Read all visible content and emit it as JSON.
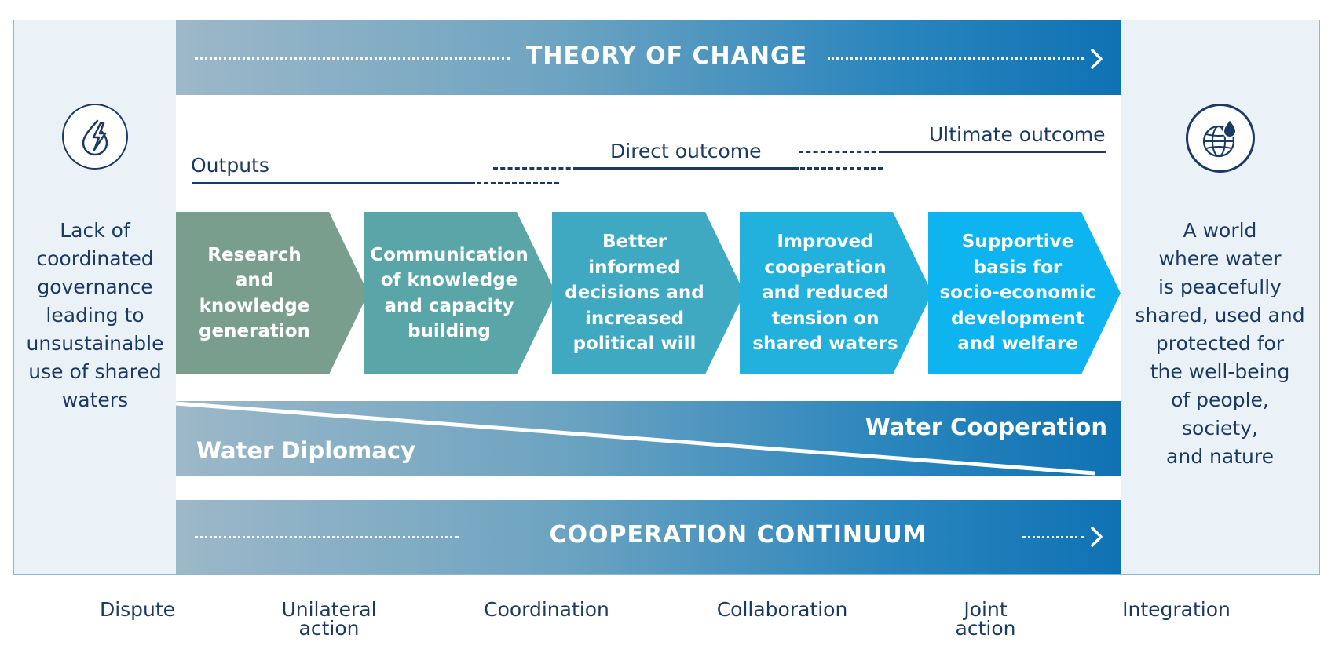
{
  "theory_band": {
    "title": "THEORY OF CHANGE"
  },
  "left_panel": {
    "icon": "lightning-bolt-drop-icon",
    "text_lines": [
      "Lack of",
      "coordinated",
      "governance",
      "leading to",
      "unsustainable",
      "use of shared",
      "waters"
    ]
  },
  "right_panel": {
    "icon": "globe-water-drop-icon",
    "text_lines": [
      "A world",
      "where water",
      "is peacefully",
      "shared, used and",
      "protected for",
      "the well-being",
      "of people,",
      "society,",
      "and nature"
    ]
  },
  "outcomes": {
    "outputs": "Outputs",
    "direct": "Direct outcome",
    "ultimate": "Ultimate outcome"
  },
  "steps": [
    {
      "lines": [
        "Research",
        "and",
        "knowledge",
        "generation"
      ],
      "color": "#7a9e8e"
    },
    {
      "lines": [
        "Communication",
        "of knowledge",
        "and capacity",
        "building"
      ],
      "color": "#5aa5a8"
    },
    {
      "lines": [
        "Better",
        "informed",
        "decisions and",
        "increased",
        "political will"
      ],
      "color": "#40a9c2"
    },
    {
      "lines": [
        "Improved",
        "cooperation",
        "and reduced",
        "tension on",
        "shared waters"
      ],
      "color": "#22b0dd"
    },
    {
      "lines": [
        "Supportive",
        "basis for",
        "socio-economic",
        "development",
        "and welfare"
      ],
      "color": "#0db4ef"
    }
  ],
  "wedge": {
    "left_label": "Water Diplomacy",
    "right_label": "Water Cooperation"
  },
  "continuum_band": {
    "title": "COOPERATION CONTINUUM"
  },
  "stages": [
    {
      "lines": [
        "Dispute"
      ]
    },
    {
      "lines": [
        "Unilateral",
        "action"
      ]
    },
    {
      "lines": [
        "Coordination"
      ]
    },
    {
      "lines": [
        "Collaboration"
      ]
    },
    {
      "lines": [
        "Joint",
        "action"
      ]
    },
    {
      "lines": [
        "Integration"
      ]
    }
  ],
  "colors": {
    "navy": "#1b3a63",
    "panel": "#eaf2f8",
    "band_start": "#9db8c9",
    "band_end": "#0f72b4"
  }
}
